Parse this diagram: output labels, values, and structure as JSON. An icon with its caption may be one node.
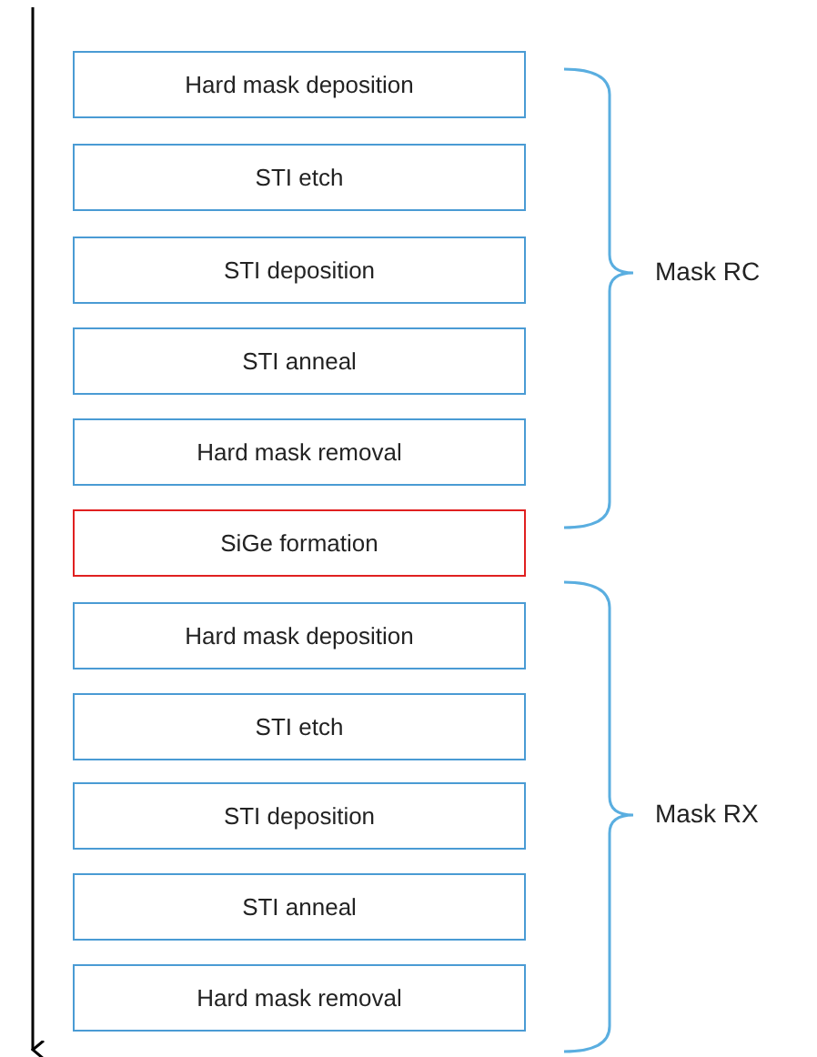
{
  "diagram": {
    "nodes": [
      {
        "text": [
          "Hard mask deposition"
        ]
      },
      {
        "text": [
          "STI etch"
        ]
      },
      {
        "text": [
          "STI deposition"
        ]
      },
      {
        "text": [
          "STI anneal"
        ]
      },
      {
        "text": [
          "Hard mask removal"
        ]
      },
      {
        "text": [
          "SiGe formation"
        ]
      },
      {
        "text": [
          "Hard mask deposition"
        ]
      },
      {
        "text": [
          "STI etch"
        ]
      },
      {
        "text": [
          "STI deposition"
        ]
      },
      {
        "text": [
          "STI anneal"
        ]
      },
      {
        "text": [
          "Hard mask removal"
        ]
      }
    ],
    "labels": [
      "Mask RC",
      "Mask RX"
    ]
  }
}
